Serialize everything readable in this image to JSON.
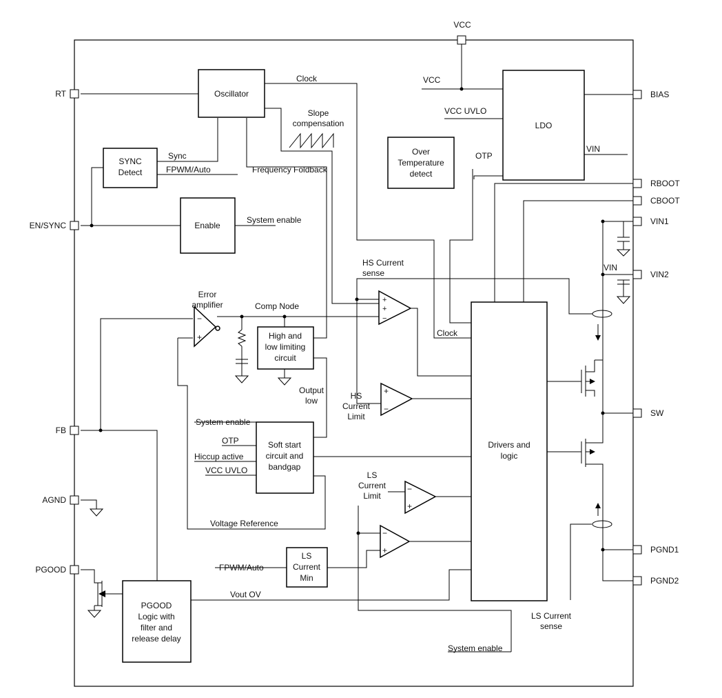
{
  "pins": {
    "vcc": "VCC",
    "rt": "RT",
    "en_sync": "EN/SYNC",
    "fb": "FB",
    "agnd": "AGND",
    "pgood": "PGOOD",
    "bias": "BIAS",
    "rboot": "RBOOT",
    "cboot": "CBOOT",
    "vin1": "VIN1",
    "vin2": "VIN2",
    "sw": "SW",
    "pgnd1": "PGND1",
    "pgnd2": "PGND2"
  },
  "blocks": {
    "oscillator": "Oscillator",
    "sync_l1": "SYNC",
    "sync_l2": "Detect",
    "enable": "Enable",
    "ldo": "LDO",
    "otp_l1": "Over",
    "otp_l2": "Temperature",
    "otp_l3": "detect",
    "limit_l1": "High and",
    "limit_l2": "low limiting",
    "limit_l3": "circuit",
    "ss_l1": "Soft start",
    "ss_l2": "circuit and",
    "ss_l3": "bandgap",
    "lsmin_l1": "LS",
    "lsmin_l2": "Current",
    "lsmin_l3": "Min",
    "pg_l1": "PGOOD",
    "pg_l2": "Logic with",
    "pg_l3": "filter and",
    "pg_l4": "release delay",
    "drv_l1": "Drivers and",
    "drv_l2": "logic"
  },
  "labels": {
    "vcc_int": "VCC",
    "clock": "Clock",
    "slope_l1": "Slope",
    "slope_l2": "compensation",
    "sync": "Sync",
    "fpwm_auto": "FPWM/Auto",
    "freq_foldback": "Frequency Foldback",
    "vcc_uvlo": "VCC UVLO",
    "otp": "OTP",
    "vin": "VIN",
    "system_enable": "System enable",
    "hs_sense_l1": "HS Current",
    "hs_sense_l2": "sense",
    "err_l1": "Error",
    "err_l2": "amplifier",
    "comp_node": "Comp Node",
    "vin_node": "VIN",
    "clock2": "Clock",
    "output_l1": "Output",
    "output_l2": "low",
    "hs_limit_l1": "HS",
    "hs_limit_l2": "Current",
    "hs_limit_l3": "Limit",
    "ss_in_sysen": "System enable",
    "ss_in_otp": "OTP",
    "ss_in_hiccup": "Hiccup active",
    "ss_in_uvlo": "VCC UVLO",
    "ls_limit_l1": "LS",
    "ls_limit_l2": "Current",
    "ls_limit_l3": "Limit",
    "vref": "Voltage Reference",
    "fpwm_auto2": "FPWM/Auto",
    "vout_ov": "Vout OV",
    "ls_sense_l1": "LS Current",
    "ls_sense_l2": "sense",
    "system_enable2": "System enable"
  },
  "signs": {
    "plus": "+",
    "minus": "−"
  }
}
